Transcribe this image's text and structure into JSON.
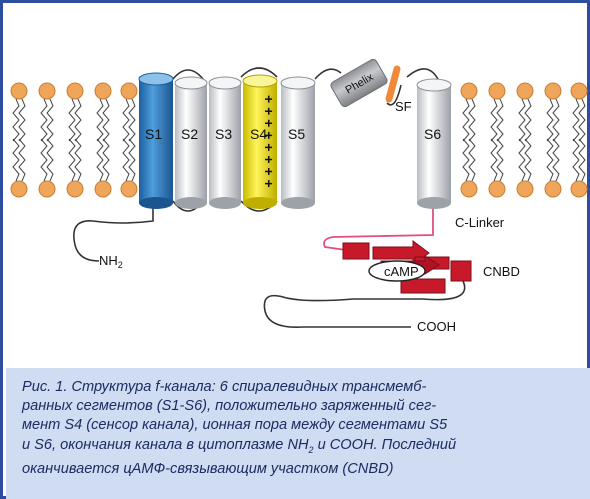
{
  "diagram": {
    "segments": [
      "S1",
      "S2",
      "S3",
      "S4",
      "S5"
    ],
    "pore_helix": "Phelix",
    "selectivity_filter": "SF",
    "segment_s6": "S6",
    "n_terminus": "NH",
    "n_terminus_sub": "2",
    "c_linker": "C-Linker",
    "camp": "cAMP",
    "cnbd": "CNBD",
    "c_terminus": "COOH",
    "s4_charges": "+ + + + + + + +"
  },
  "caption": {
    "line1": "Рис. 1. Структура f-канала: 6 спиралевидных трансмемб-",
    "line2": "ранных сегментов (S1-S6), положительно заряженный сег-",
    "line3": "мент S4 (сенсор канала), ионная пора между сегментами S5",
    "line4": "и S6, окончания канала в цитоплазме NH",
    "line4_sub": "2",
    "line4_end": " и COOH. Последний",
    "line5": "оканчивается цАМФ-связывающим участком (CNBD)"
  },
  "colors": {
    "frame": "#2f4da0",
    "caption_bg": "#cfdcf1",
    "caption_text": "#1d2b63",
    "lipid_head": "#f0a65a",
    "s1": "#2f7fc4",
    "s4": "#f2e41c",
    "sf": "#f08a3a",
    "cnbd": "#c8192b",
    "c_linker": "#e0507a"
  }
}
